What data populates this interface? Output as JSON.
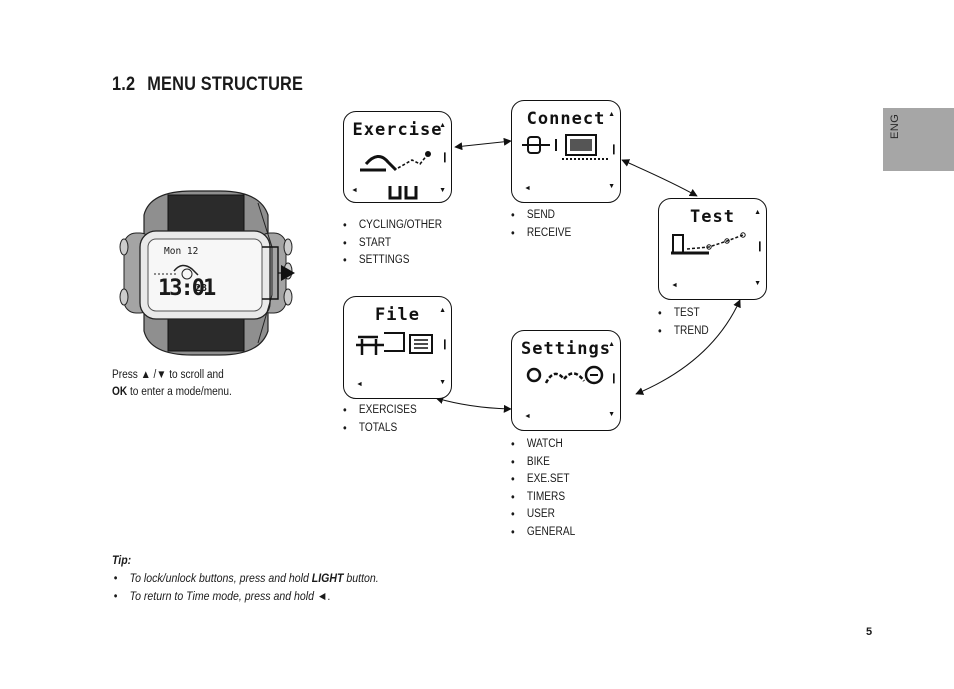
{
  "section": {
    "number": "1.2",
    "title": "MENU STRUCTURE"
  },
  "lang_tab": "ENG",
  "watch": {
    "day": "Mon 12",
    "time": "13:01",
    "seconds": "28"
  },
  "caption": {
    "line1_pre": "Press",
    "up": "▲",
    "sep": "/",
    "down": "▼",
    "line1_post": "to scroll and",
    "line2_bold": "OK",
    "line2_rest": "to enter a mode/menu."
  },
  "menus": {
    "exercise": {
      "title": "Exercise",
      "items": [
        "CYCLING/OTHER",
        "START",
        "SETTINGS"
      ]
    },
    "connect": {
      "title": "Connect",
      "items": [
        "SEND",
        "RECEIVE"
      ]
    },
    "test": {
      "title": "Test",
      "items": [
        "TEST",
        "TREND"
      ]
    },
    "settings": {
      "title": "Settings",
      "items": [
        "WATCH",
        "BIKE",
        "EXE.SET",
        "TIMERS",
        "USER",
        "GENERAL"
      ]
    },
    "file": {
      "title": "File",
      "items": [
        "EXERCISES",
        "TOTALS"
      ]
    }
  },
  "tip": {
    "heading": "Tip:",
    "line1_pre": "To lock/unlock buttons, press and hold",
    "line1_bold": "LIGHT",
    "line1_post": "button.",
    "line2": "To return to Time mode, press and hold",
    "line2_symbol": "◄."
  },
  "page_number": "5"
}
